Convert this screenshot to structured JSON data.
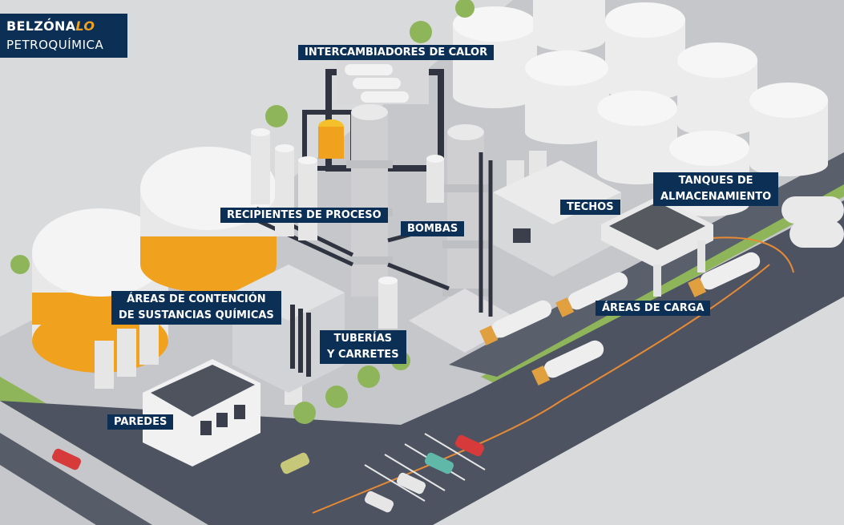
{
  "logo": {
    "brand_main": "BELZÓNA",
    "brand_accent": "LO",
    "subtitle": "PETROQUÍMICA"
  },
  "labels": {
    "intercambiadores": "INTERCAMBIADORES DE CALOR",
    "recipientes": "RECIPIENTES DE PROCESO",
    "bombas": "BOMBAS",
    "techos": "TECHOS",
    "tanques_line1": "TANQUES DE",
    "tanques_line2": "ALMACENAMIENTO",
    "contencion_line1": "ÁREAS DE CONTENCIÓN",
    "contencion_line2": "DE SUSTANCIAS QUÍMICAS",
    "tuberias_line1": "TUBERÍAS",
    "tuberias_line2": "Y CARRETES",
    "carga": "ÁREAS DE CARGA",
    "paredes": "PAREDES"
  },
  "colors": {
    "label_bg": "#0c2f55",
    "accent": "#f0a21e",
    "road": "#4d5361",
    "grass": "#8fb55a",
    "tank": "#ececed"
  }
}
